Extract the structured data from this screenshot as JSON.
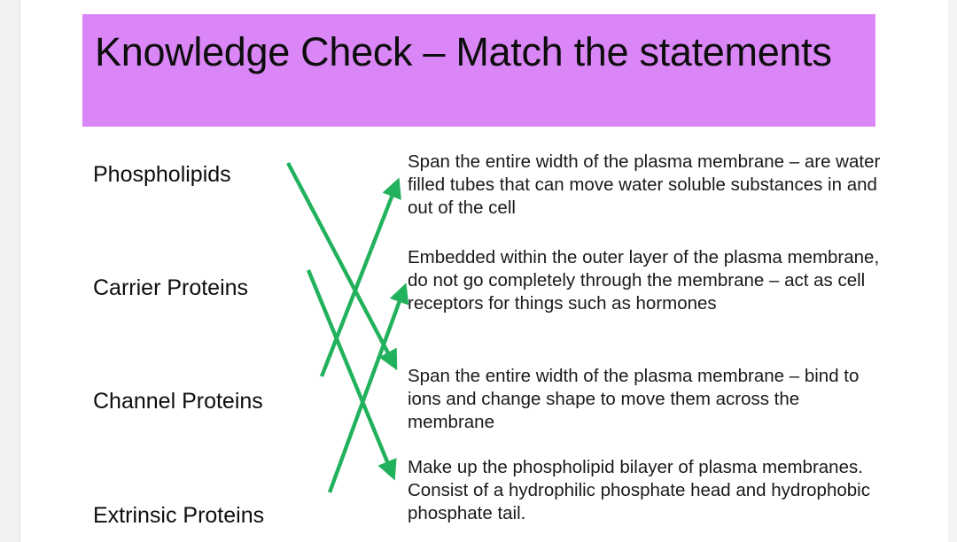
{
  "slide": {
    "title": "Knowledge Check – Match the statements",
    "banner_color": "#db86f7",
    "background_color": "#ffffff",
    "connector_color": "#22b15c"
  },
  "terms": [
    {
      "label": "Phospholipids"
    },
    {
      "label": "Carrier Proteins"
    },
    {
      "label": "Channel Proteins"
    },
    {
      "label": "Extrinsic Proteins"
    }
  ],
  "statements": [
    {
      "text": "Span the entire width of the plasma membrane – are water filled tubes that can move water soluble substances in and out of the cell"
    },
    {
      "text": "Embedded within the outer layer of the plasma membrane, do not go completely through the membrane – act as cell receptors for things such as hormones"
    },
    {
      "text": "Span the entire width of the plasma membrane – bind to ions and change shape to move them across the membrane"
    },
    {
      "text": "Make up the phospholipid bilayer of plasma membranes. Consist of a hydrophilic phosphate head and hydrophobic phosphate tail."
    }
  ],
  "connections": [
    {
      "from": "Phospholipids",
      "to": "Span the entire width of the plasma membrane – bind to ions and change shape to move them across the membrane"
    },
    {
      "from": "Carrier Proteins",
      "to": "Make up the phospholipid bilayer of plasma membranes. Consist of a hydrophilic phosphate head and hydrophobic phosphate tail."
    },
    {
      "from": "Channel Proteins",
      "to": "Span the entire width of the plasma membrane – are water filled tubes that can move water soluble substances in and out of the cell"
    },
    {
      "from": "Extrinsic Proteins",
      "to": "Embedded within the outer layer of the plasma membrane, do not go completely through the membrane – act as cell receptors for things such as hormones"
    }
  ]
}
